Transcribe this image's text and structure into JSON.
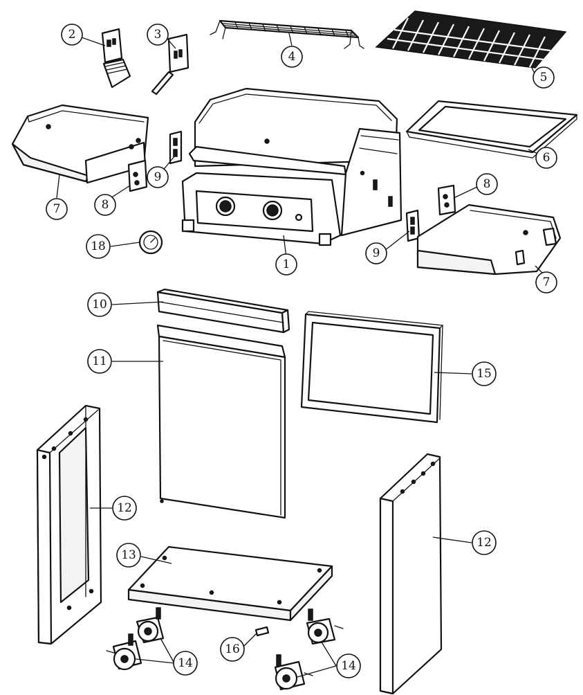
{
  "callouts": [
    {
      "id": "c1",
      "label": "1"
    },
    {
      "id": "c2",
      "label": "2"
    },
    {
      "id": "c3",
      "label": "3"
    },
    {
      "id": "c4",
      "label": "4"
    },
    {
      "id": "c5",
      "label": "5"
    },
    {
      "id": "c6",
      "label": "6"
    },
    {
      "id": "c7a",
      "label": "7"
    },
    {
      "id": "c7b",
      "label": "7"
    },
    {
      "id": "c8a",
      "label": "8"
    },
    {
      "id": "c8b",
      "label": "8"
    },
    {
      "id": "c9a",
      "label": "9"
    },
    {
      "id": "c9b",
      "label": "9"
    },
    {
      "id": "c10",
      "label": "10"
    },
    {
      "id": "c11",
      "label": "11"
    },
    {
      "id": "c12a",
      "label": "12"
    },
    {
      "id": "c12b",
      "label": "12"
    },
    {
      "id": "c13",
      "label": "13"
    },
    {
      "id": "c14a",
      "label": "14"
    },
    {
      "id": "c14b",
      "label": "14"
    },
    {
      "id": "c15",
      "label": "15"
    },
    {
      "id": "c16",
      "label": "16"
    },
    {
      "id": "c18",
      "label": "18"
    }
  ]
}
